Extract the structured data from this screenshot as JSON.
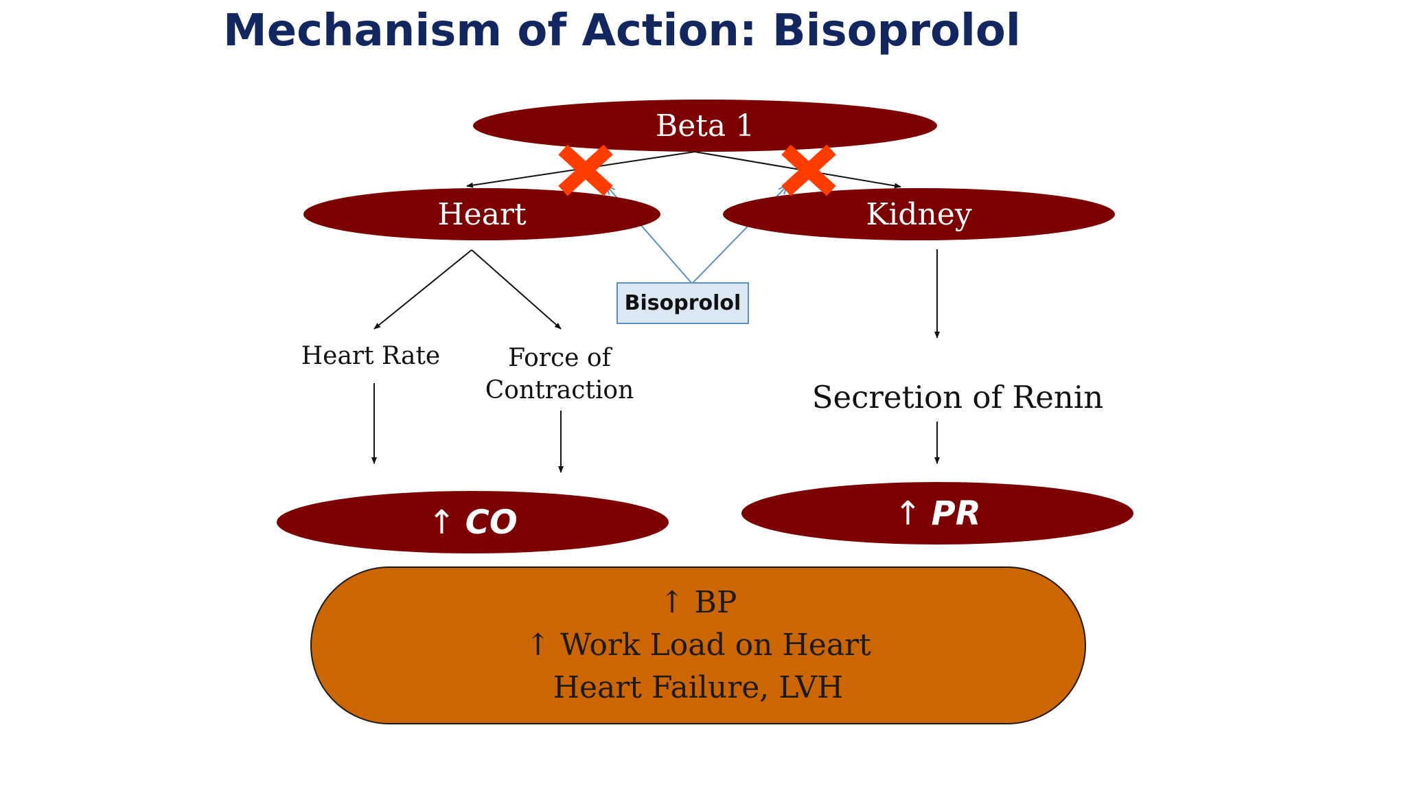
{
  "title": "Mechanism of Action: Bisoprolol",
  "nodes": {
    "beta1": "Beta 1",
    "heart": "Heart",
    "kidney": "Kidney",
    "drug": "Bisoprolol",
    "heart_rate": "Heart Rate",
    "force_line1": "Force of",
    "force_line2": "Contraction",
    "renin": "Secretion of Renin",
    "co_arrow": "↑",
    "co_label": "CO",
    "pr_arrow": "↑",
    "pr_label": "PR"
  },
  "outcome": {
    "line1": "↑ BP",
    "line2": "↑ Work Load on Heart",
    "line3": "Heart Failure, LVH"
  },
  "colors": {
    "title": "#12265f",
    "node_fill": "#7d0000",
    "outcome_fill": "#cc6600",
    "drug_box_fill": "#dbe8f4",
    "drug_box_border": "#5b8fc2",
    "block_mark": "#ff3d00"
  }
}
